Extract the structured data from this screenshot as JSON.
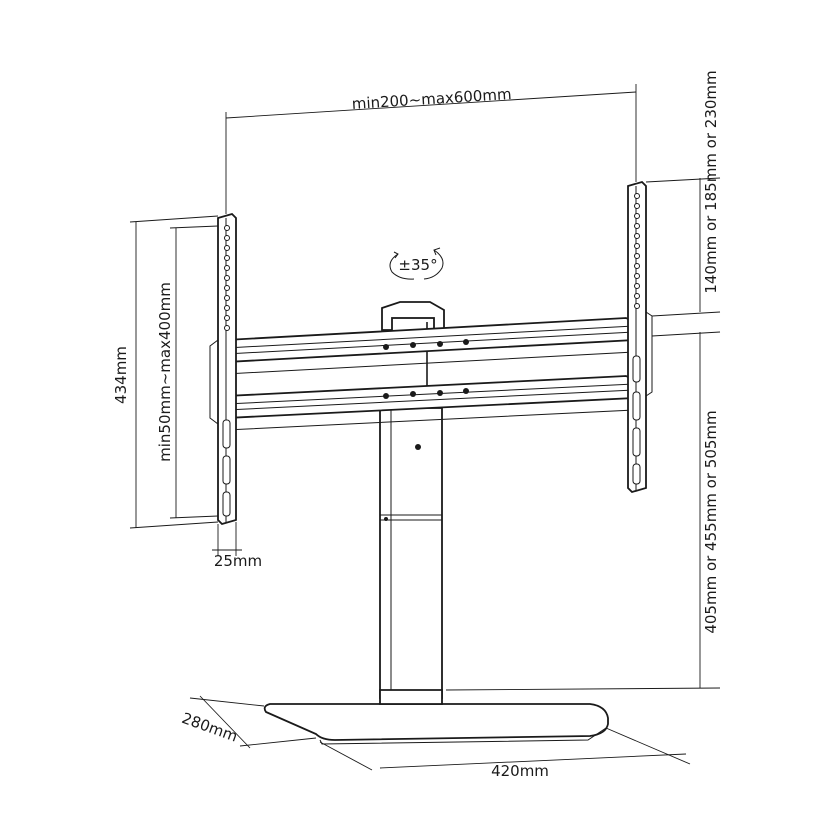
{
  "dimensions": {
    "width_range": "min200~max600mm",
    "height_range": "min50mm~max400mm",
    "bracket_height": "434mm",
    "bracket_depth": "25mm",
    "vesa_offset": "140mm or 185mm or 230mm",
    "column_height": "405mm or 455mm or 505mm",
    "base_depth": "280mm",
    "base_width": "420mm",
    "swivel": "±35°"
  }
}
